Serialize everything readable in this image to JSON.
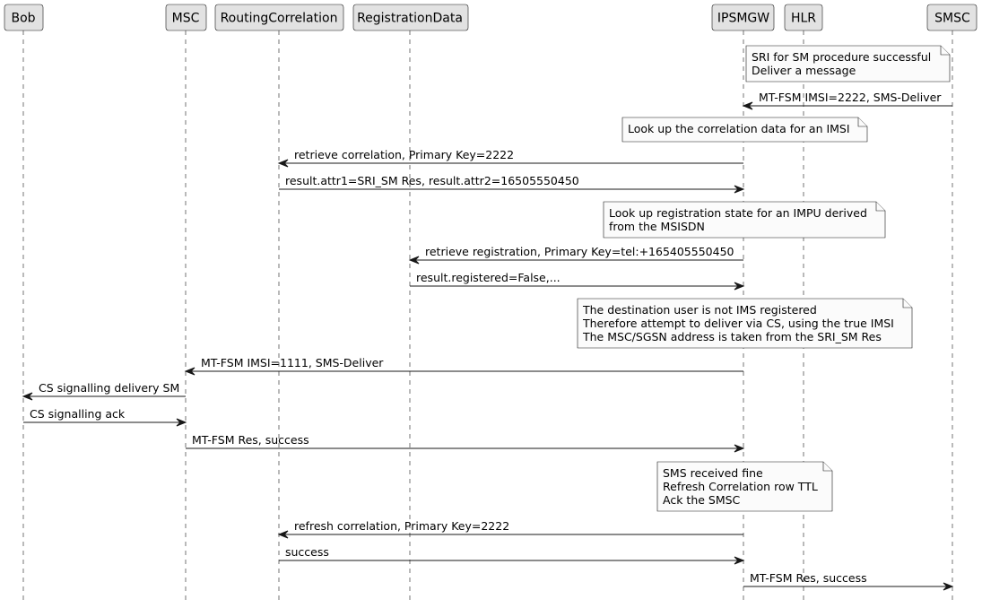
{
  "participants": [
    {
      "id": "bob",
      "label": "Bob"
    },
    {
      "id": "msc",
      "label": "MSC"
    },
    {
      "id": "routing",
      "label": "RoutingCorrelation"
    },
    {
      "id": "registration",
      "label": "RegistrationData"
    },
    {
      "id": "ipsmgw",
      "label": "IPSMGW"
    },
    {
      "id": "hlr",
      "label": "HLR"
    },
    {
      "id": "smsc",
      "label": "SMSC"
    }
  ],
  "steps": [
    {
      "kind": "note",
      "lines": [
        "SRI for SM procedure successful",
        "Deliver a message"
      ]
    },
    {
      "kind": "message",
      "from": "smsc",
      "to": "ipsmgw",
      "label": "MT-FSM IMSI=2222, SMS-Deliver"
    },
    {
      "kind": "note",
      "lines": [
        "Look up the correlation data for an IMSI"
      ]
    },
    {
      "kind": "message",
      "from": "ipsmgw",
      "to": "routing",
      "label": "retrieve correlation, Primary Key=2222"
    },
    {
      "kind": "message",
      "from": "routing",
      "to": "ipsmgw",
      "label": "result.attr1=SRI_SM Res, result.attr2=16505550450"
    },
    {
      "kind": "note",
      "lines": [
        "Look up registration state for an IMPU derived",
        "from the MSISDN"
      ]
    },
    {
      "kind": "message",
      "from": "ipsmgw",
      "to": "registration",
      "label": "retrieve registration, Primary Key=tel:+165405550450"
    },
    {
      "kind": "message",
      "from": "registration",
      "to": "ipsmgw",
      "label": "result.registered=False,..."
    },
    {
      "kind": "note",
      "lines": [
        "The destination user is not IMS registered",
        "Therefore attempt to deliver via CS, using the true IMSI",
        "The MSC/SGSN address is taken from the SRI_SM Res"
      ]
    },
    {
      "kind": "message",
      "from": "ipsmgw",
      "to": "msc",
      "label": "MT-FSM IMSI=1111, SMS-Deliver"
    },
    {
      "kind": "message",
      "from": "msc",
      "to": "bob",
      "label": "CS signalling delivery SM"
    },
    {
      "kind": "message",
      "from": "bob",
      "to": "msc",
      "label": "CS signalling ack"
    },
    {
      "kind": "message",
      "from": "msc",
      "to": "ipsmgw",
      "label": "MT-FSM Res, success"
    },
    {
      "kind": "note",
      "lines": [
        "SMS received fine",
        "Refresh Correlation row TTL",
        "Ack the SMSC"
      ]
    },
    {
      "kind": "message",
      "from": "ipsmgw",
      "to": "routing",
      "label": "refresh correlation, Primary Key=2222"
    },
    {
      "kind": "message",
      "from": "routing",
      "to": "ipsmgw",
      "label": "success"
    },
    {
      "kind": "message",
      "from": "ipsmgw",
      "to": "smsc",
      "label": "MT-FSM Res, success"
    }
  ]
}
